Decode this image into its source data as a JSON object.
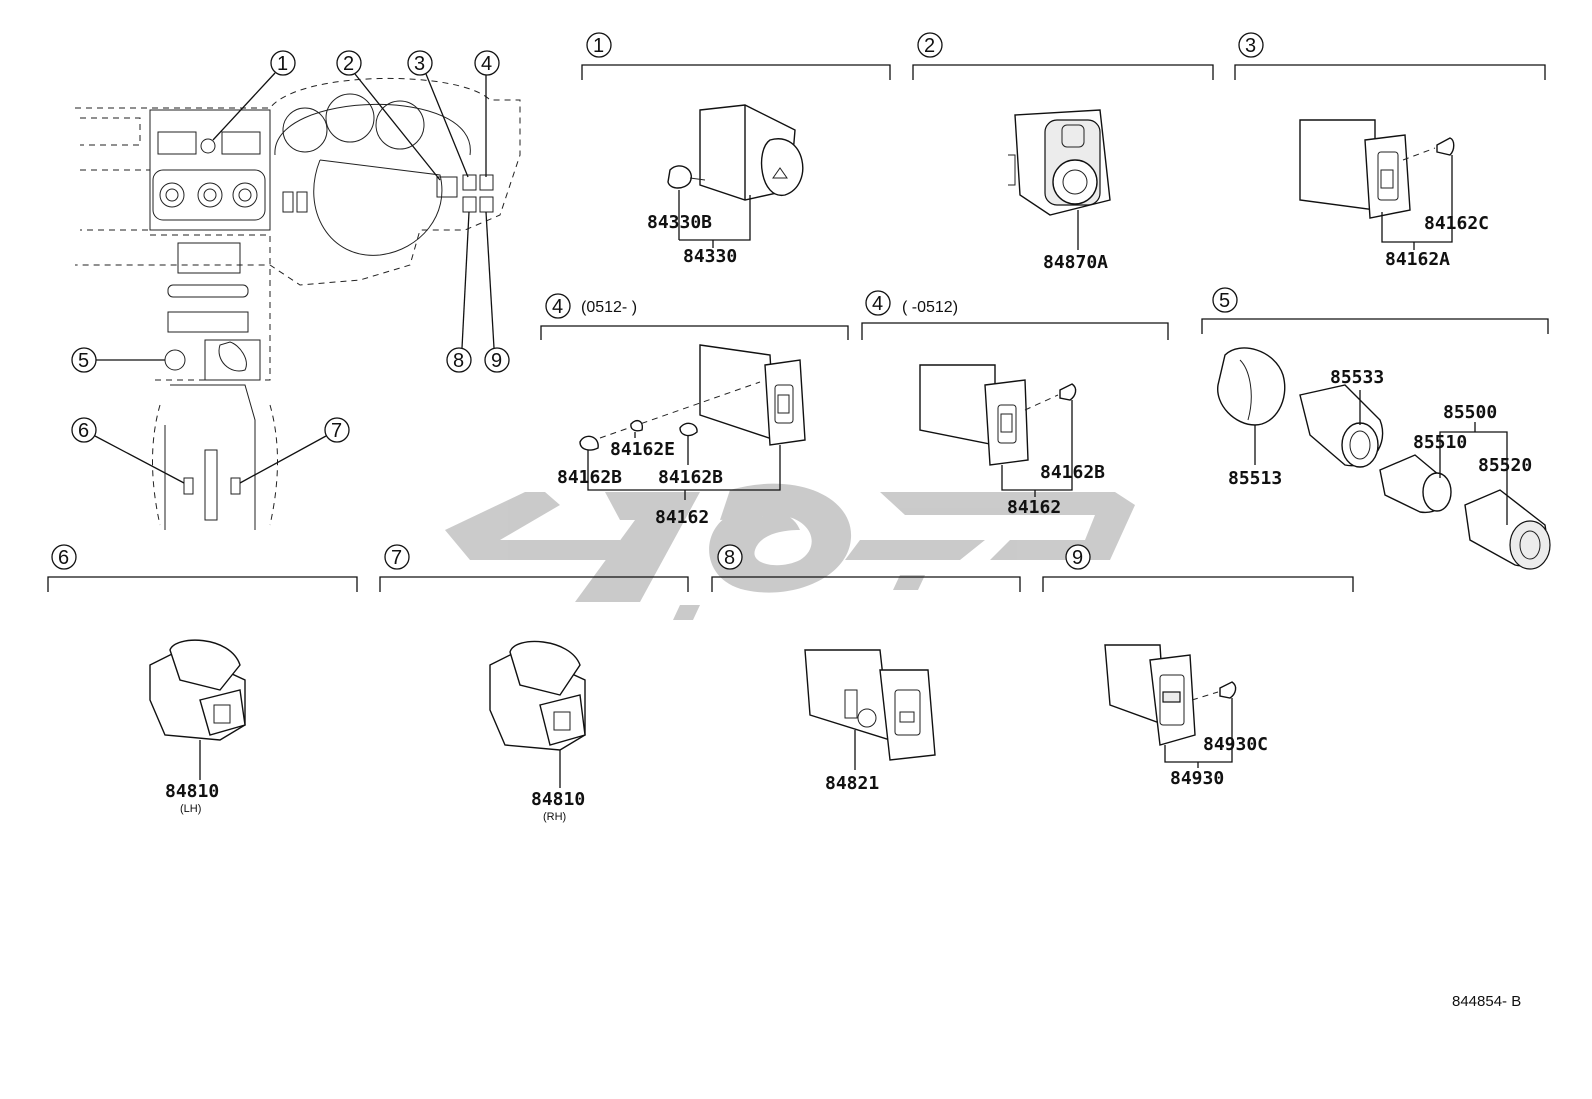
{
  "diagram_id": "844854- B",
  "index_callouts": [
    "1",
    "2",
    "3",
    "4",
    "5",
    "6",
    "7",
    "8",
    "9"
  ],
  "sections": [
    {
      "num": "1",
      "range": "",
      "parts": [
        "84330B",
        "84330"
      ]
    },
    {
      "num": "2",
      "range": "",
      "parts": [
        "84870A"
      ]
    },
    {
      "num": "3",
      "range": "",
      "parts": [
        "84162C",
        "84162A"
      ]
    },
    {
      "num": "4",
      "range": "(0512-      )",
      "parts": [
        "84162E",
        "84162B",
        "84162B",
        "84162"
      ]
    },
    {
      "num": "4",
      "range": "(      -0512)",
      "parts": [
        "84162B",
        "84162"
      ]
    },
    {
      "num": "5",
      "range": "",
      "parts": [
        "85533",
        "85500",
        "85510",
        "85520",
        "85513"
      ]
    },
    {
      "num": "6",
      "range": "",
      "parts": [
        "84810"
      ],
      "note": "(LH)"
    },
    {
      "num": "7",
      "range": "",
      "parts": [
        "84810"
      ],
      "note": "(RH)"
    },
    {
      "num": "8",
      "range": "",
      "parts": [
        "84821"
      ]
    },
    {
      "num": "9",
      "range": "",
      "parts": [
        "84930C",
        "84930"
      ]
    }
  ],
  "colors": {
    "ink": "#111111",
    "watermark": "#c8c8c8",
    "background": "#ffffff"
  }
}
